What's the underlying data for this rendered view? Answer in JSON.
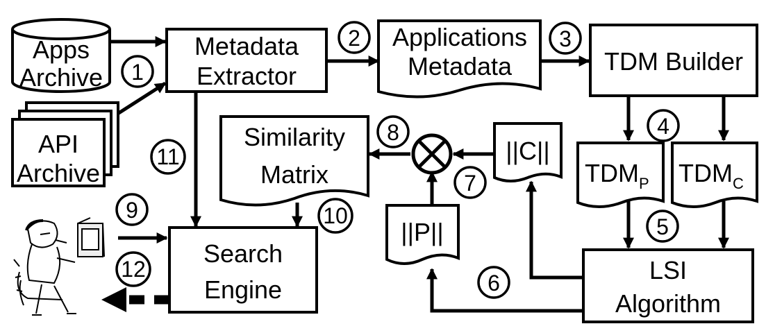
{
  "nodes": {
    "apps_archive": [
      "Apps",
      "Archive"
    ],
    "api_archive": [
      "API",
      "Archive"
    ],
    "metadata_extractor": [
      "Metadata",
      "Extractor"
    ],
    "applications_metadata": [
      "Applications",
      "Metadata"
    ],
    "tdm_builder": "TDM Builder",
    "tdm_p": {
      "main": "TDM",
      "sub": "P"
    },
    "tdm_c": {
      "main": "TDM",
      "sub": "C"
    },
    "norm_c": "||C||",
    "norm_p": "||P||",
    "similarity_matrix": [
      "Similarity",
      "Matrix"
    ],
    "search_engine": [
      "Search",
      "Engine"
    ],
    "lsi_algorithm": [
      "LSI",
      "Algorithm"
    ],
    "multiply_icon": "circled-times-icon",
    "user_icon": "user-at-computer-icon"
  },
  "steps": [
    "1",
    "2",
    "3",
    "4",
    "5",
    "6",
    "7",
    "8",
    "9",
    "10",
    "11",
    "12"
  ]
}
